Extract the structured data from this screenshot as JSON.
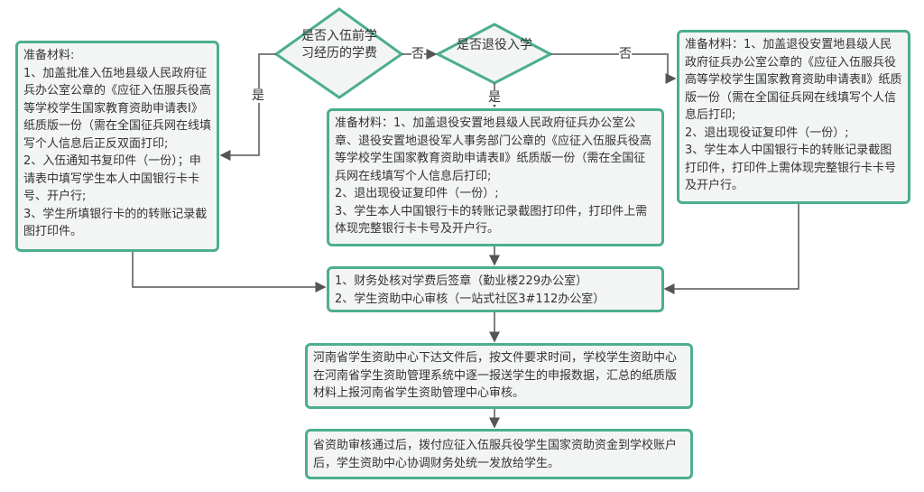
{
  "decisions": {
    "first": "是否入伍前学习经历的学费",
    "second": "是否退役入学"
  },
  "edge_labels": {
    "yes": "是",
    "no": "否"
  },
  "boxes": {
    "left": "准备材料:\n1、加盖批准入伍地县级人民政府征兵办公室公章的《应征入伍服兵役高等学校学生国家教育资助申请表Ⅰ》纸质版一份（需在全国征兵网在线填写个人信息后正反双面打印;\n2、入伍通知书复印件（一份）；申请表中填写学生本人中国银行卡卡号、开户行;\n3、学生所填银行卡的的转账记录截图打印件。",
    "middle": "准备材料：1、加盖退役安置地县级人民政府征兵办公室公章、退役安置地退役军人事务部门公章的《应征入伍服兵役高等学校学生国家教育资助申请表Ⅱ》纸质版一份（需在全国征兵网在线填写个人信息后打印;\n2、退出现役证复印件（一份）;\n3、学生本人中国银行卡的转账记录截图打印件，打印件上需体现完整银行卡卡号及开户行。",
    "right": "准备材料：1、加盖退役安置地县级人民政府征兵办公室公章的《应征入伍服兵役高等学校学生国家教育资助申请表Ⅱ》纸质版一份（需在全国征兵网在线填写个人信息后打印;\n2、退出现役证复印件（一份）;\n3、学生本人中国银行卡的转账记录截图打印件，打印件上需体现完整银行卡卡号及开户行。",
    "review": "1、财务处核对学费后签章（勤业楼229办公室）\n2、学生资助中心审核（一站式社区3#112办公室）",
    "report": "河南省学生资助中心下达文件后，按文件要求时间，学校学生资助中心在河南省学生资助管理系统中逐一报送学生的申报数据，汇总的纸质版材料上报河南省学生资助管理中心审核。",
    "payout": "省资助审核通过后，拨付应征入伍服兵役学生国家资助资金到学校账户后，学生资助中心协调财务处统一发放给学生。"
  },
  "colors": {
    "border": "#4caf8a",
    "fill": "#f3f5f4",
    "line": "#555555"
  }
}
